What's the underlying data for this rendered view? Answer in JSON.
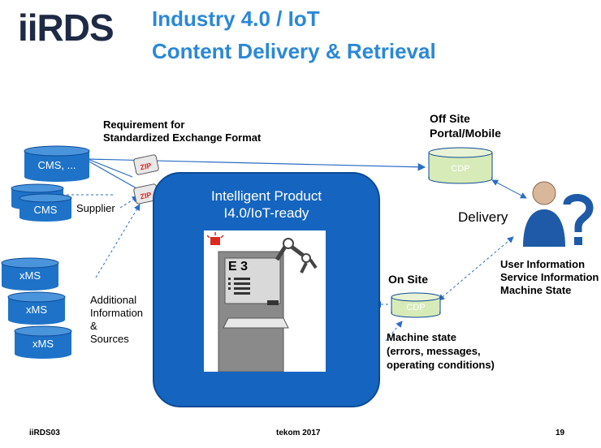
{
  "header": {
    "logo": "iiRDS",
    "title_line1": "Industry 4.0 / IoT",
    "title_line2": "Content Delivery & Retrieval"
  },
  "diagram": {
    "requirement_line1": "Requirement for",
    "requirement_line2": "Standardized Exchange Format",
    "zip_label": "ZIP",
    "sources": {
      "cms_top": "CMS, ...",
      "cms_bottom": "CMS",
      "supplier": "Supplier",
      "xms1": "xMS",
      "xms2": "xMS",
      "xms3": "xMS",
      "additional_line1": "Additional",
      "additional_line2": "Information",
      "additional_line3": "&",
      "additional_line4": "Sources"
    },
    "product": {
      "title_line1": "Intelligent Product",
      "title_line2": "I4.0/IoT-ready",
      "machine_label": "E 3"
    },
    "off_site": {
      "label_line1": "Off Site",
      "label_line2": "Portal/Mobile",
      "db": "CDP"
    },
    "on_site": {
      "label": "On Site",
      "db": "CDP"
    },
    "delivery": "Delivery",
    "user_info_line1": "User Information",
    "user_info_line2": "Service Information",
    "user_info_line3": "Machine State",
    "machine_state_line1": "Machine state",
    "machine_state_line2": "(errors, messages,",
    "machine_state_line3": "operating conditions)"
  },
  "footer": {
    "left": "iiRDS03",
    "center": "tekom 2017",
    "right": "19"
  },
  "colors": {
    "title": "#2b88d8",
    "db_blue": "#1e73c8",
    "product_box": "#1565c0",
    "cdp_fill": "#d6ebb8"
  }
}
